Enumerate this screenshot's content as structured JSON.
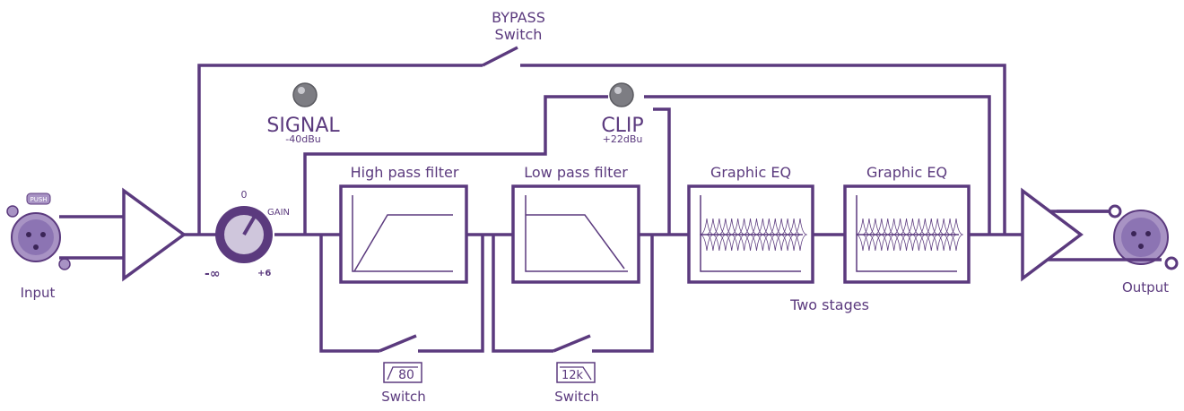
{
  "colors": {
    "line": "#5b3a7e",
    "text": "#5b3a7e",
    "connector": "#a893c4",
    "led": "#7d7d83"
  },
  "labels": {
    "bypass": "BYPASS",
    "bypass_sub": "Switch",
    "signal": "SIGNAL",
    "signal_level": "-40dBu",
    "clip": "CLIP",
    "clip_level": "+22dBu",
    "gain": "GAIN",
    "gain_zero": "0",
    "gain_min": "-∞",
    "gain_max": "+6",
    "input": "Input",
    "output": "Output",
    "push": "PUSH",
    "hpf": "High pass filter",
    "lpf": "Low pass filter",
    "eq1": "Graphic EQ",
    "eq2": "Graphic EQ",
    "two_stages": "Two stages",
    "hpf_switch_badge": "80",
    "hpf_switch": "Switch",
    "lpf_switch_badge": "12k",
    "lpf_switch": "Switch"
  }
}
